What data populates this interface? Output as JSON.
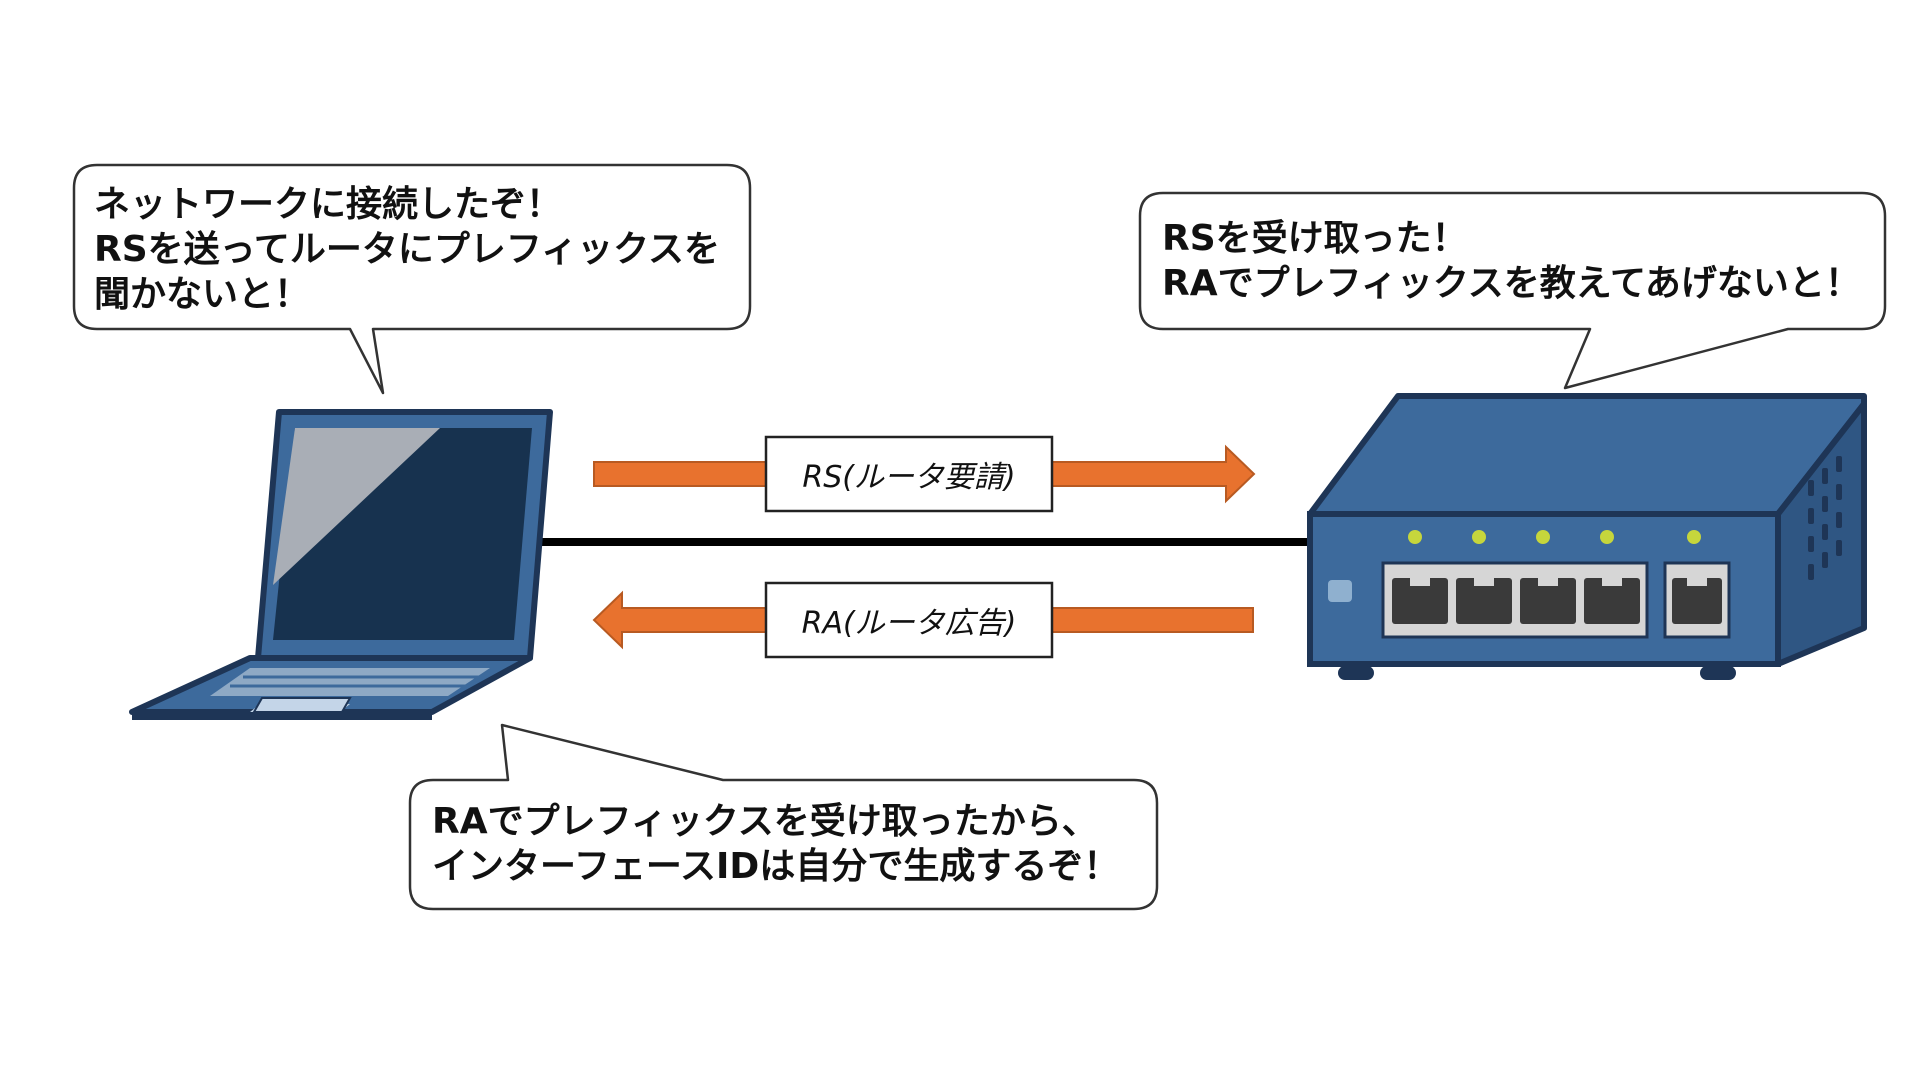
{
  "bubbles": {
    "laptop_top": {
      "lines": [
        "ネットワークに接続したぞ！",
        "RSを送ってルータにプレフィックスを",
        "聞かないと！"
      ]
    },
    "router": {
      "lines": [
        "RSを受け取った！",
        "RAでプレフィックスを教えてあげないと！"
      ]
    },
    "laptop_bottom": {
      "lines": [
        "RAでプレフィックスを受け取ったから、",
        "インターフェースIDは自分で生成するぞ！"
      ]
    }
  },
  "messages": {
    "rs": {
      "label": "RS(ルータ要請)",
      "direction": "laptop-to-router"
    },
    "ra": {
      "label": "RA(ルータ広告)",
      "direction": "router-to-laptop"
    }
  },
  "devices": {
    "laptop": {
      "icon": "laptop-icon"
    },
    "router": {
      "icon": "router-icon",
      "port_count": 5,
      "led_color": "#c6d63c"
    }
  },
  "colors": {
    "arrow": "#e8722e",
    "arrow_border": "#b85a22",
    "device_blue": "#3d6a9c",
    "device_dark": "#1e3556",
    "cable": "#000000"
  }
}
